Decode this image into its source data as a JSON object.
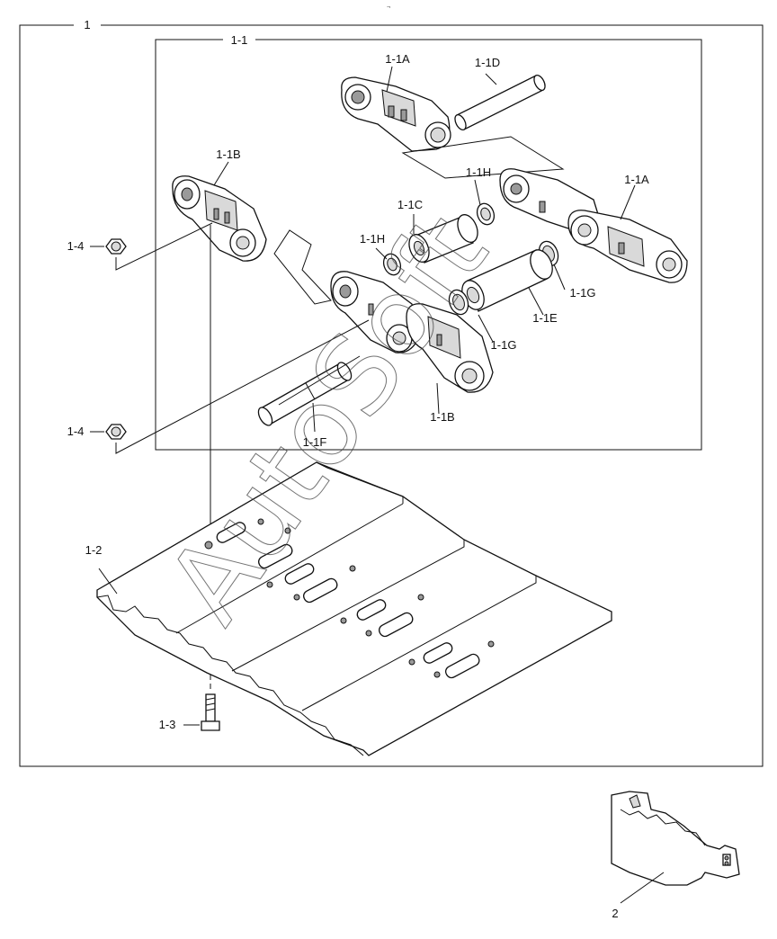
{
  "header_mark": "¬",
  "labels": {
    "assembly": "1",
    "chain": "1-1",
    "link_a_top": "1-1A",
    "pin_d": "1-1D",
    "link_b_left": "1-1B",
    "seal_h_upper": "1-1H",
    "link_a_right": "1-1A",
    "bushing_c": "1-1C",
    "seal_h_lower": "1-1H",
    "nut_upper": "1-4",
    "seal_g_upper": "1-1G",
    "bushing_e": "1-1E",
    "seal_g_lower": "1-1G",
    "link_b_lower": "1-1B",
    "pin_f": "1-1F",
    "nut_lower": "1-4",
    "shoe": "1-2",
    "bolt": "1-3",
    "guard": "2"
  },
  "watermark": "AutoSoft"
}
